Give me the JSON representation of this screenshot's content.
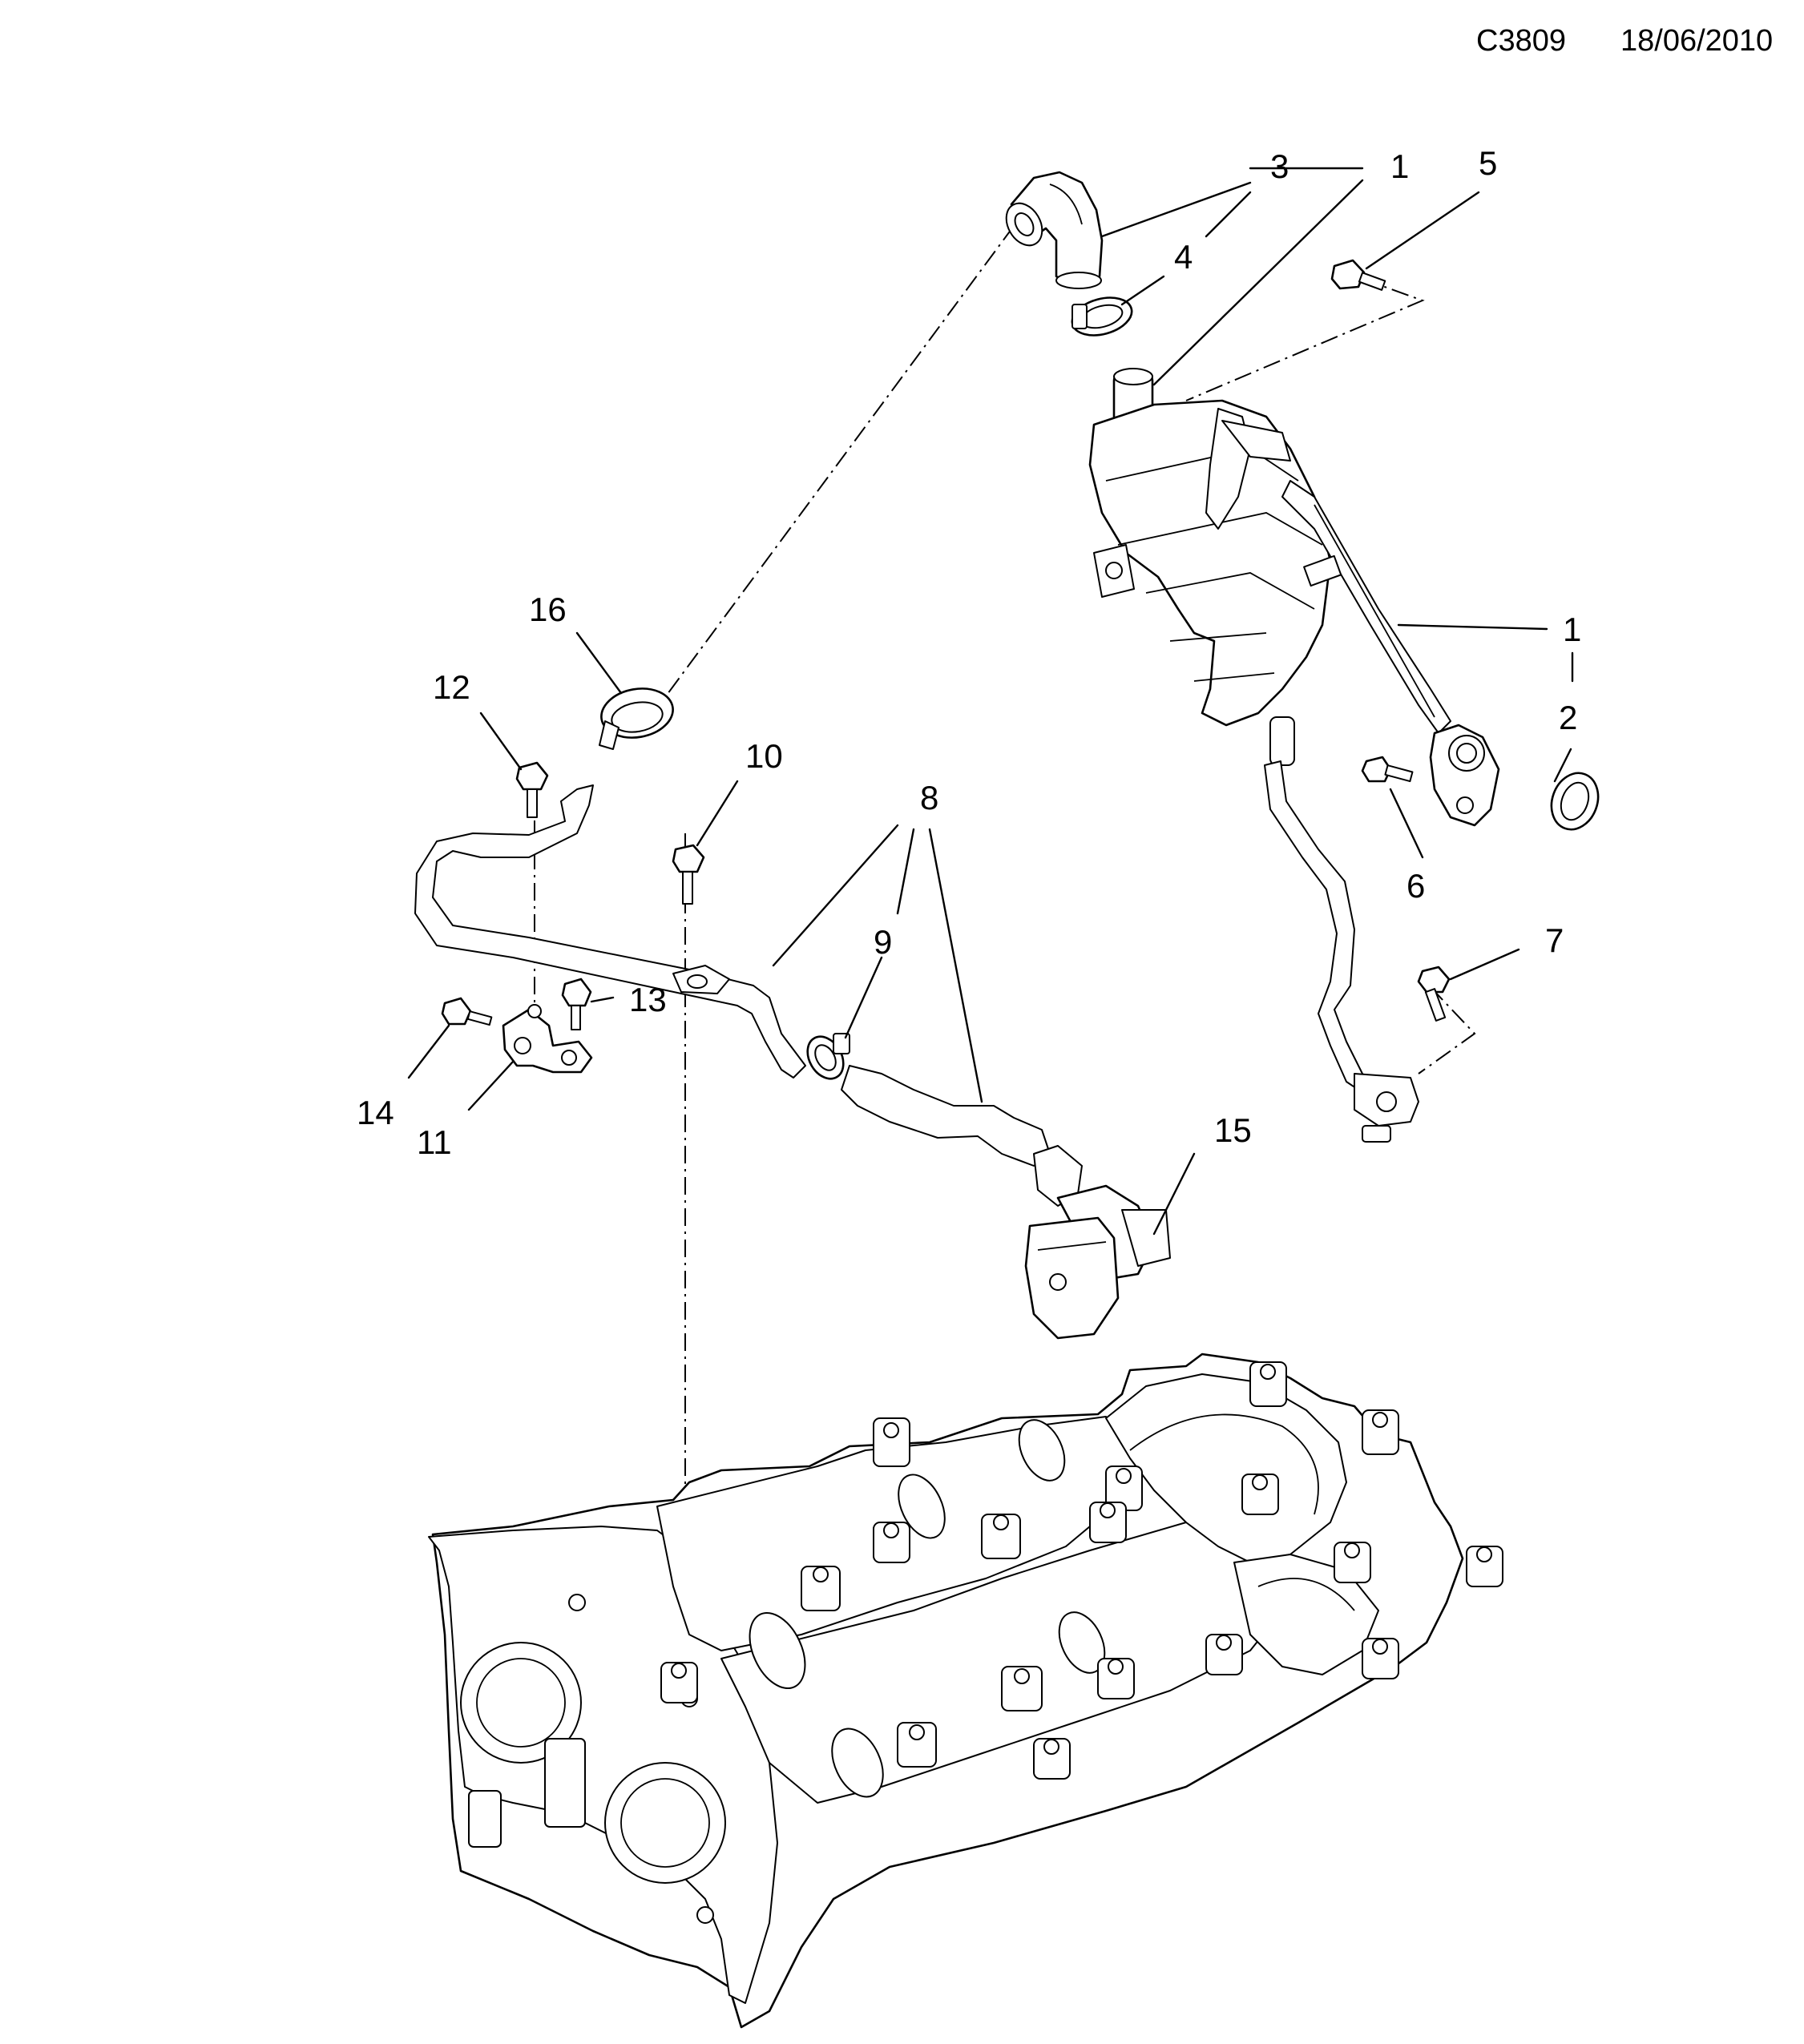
{
  "header": {
    "code": "C3809",
    "date": "18/06/2010"
  },
  "callouts": [
    "1",
    "1",
    "2",
    "3",
    "4",
    "5",
    "6",
    "7",
    "8",
    "9",
    "10",
    "11",
    "12",
    "13",
    "14",
    "15",
    "16"
  ]
}
